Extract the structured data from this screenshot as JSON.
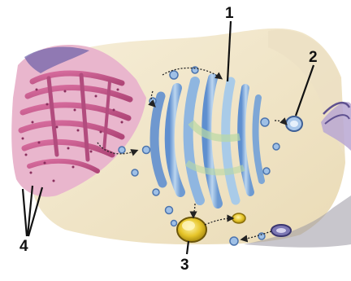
{
  "labels": [
    {
      "id": "1",
      "text": "1",
      "target": "golgi-stack"
    },
    {
      "id": "2",
      "text": "2",
      "target": "vesicle-at-membrane"
    },
    {
      "id": "3",
      "text": "3",
      "target": "yellow-vesicle"
    },
    {
      "id": "4",
      "text": "4",
      "target": "ribosomes-on-rough-er"
    }
  ],
  "colors": {
    "cytoplasm": "#f0e6c8",
    "cell_membrane": "#e8d6b4",
    "rough_er": "#c8588c",
    "rough_er_light": "#e3a2c2",
    "golgi_blue": "#7ea7d6",
    "golgi_light": "#cfe2f3",
    "golgi_green": "#b9d8a4",
    "vesicle_yellow": "#e7c92b",
    "arrow": "#222222"
  }
}
